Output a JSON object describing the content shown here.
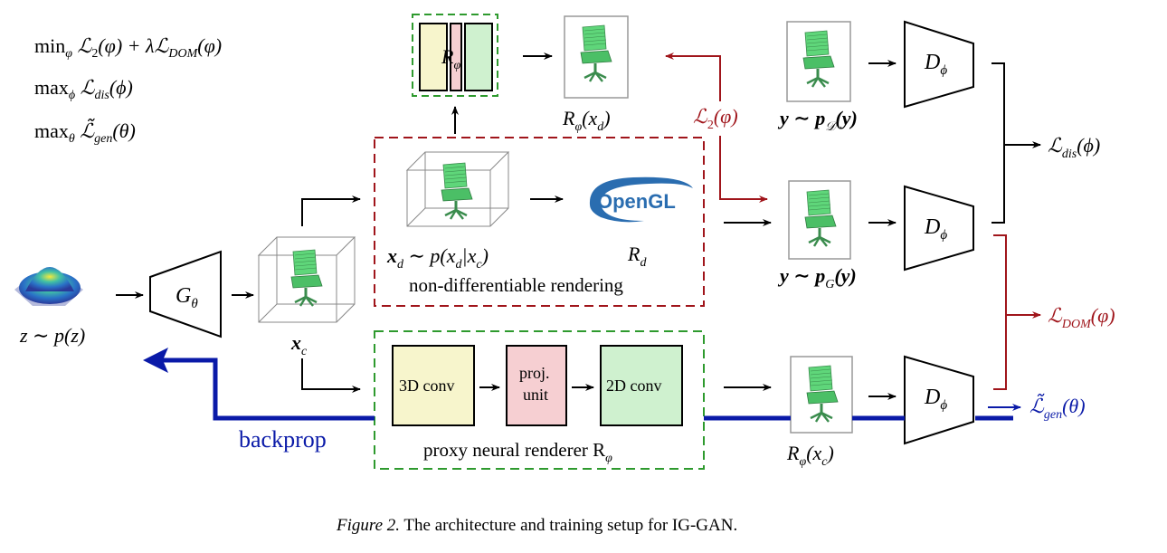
{
  "objectives": {
    "line1": "min",
    "line1_sub": "φ",
    "line1_rest": " ℒ",
    "line1_rest_sub": "2",
    "line1_rest2": "(φ) + λℒ",
    "line1_rest2_sub": "DOM",
    "line1_rest3": "(φ)",
    "line2": "max",
    "line2_sub": "ϕ",
    "line2_rest": " ℒ",
    "line2_rest_sub": "dis",
    "line2_rest2": "(ϕ)",
    "line3": "max",
    "line3_sub": "θ",
    "line3_rest": " ℒ̃",
    "line3_rest_sub": "gen",
    "line3_rest2": "(θ)"
  },
  "nodes": {
    "z_label": "z ∼ p(z)",
    "generator_main": "G",
    "generator_sub": "θ",
    "xc_main": "x",
    "xc_sub": "c",
    "xd_label_a": "x",
    "xd_label_sub": "d",
    "xd_label_b": " ∼ p(x",
    "xd_label_sub2": "d",
    "xd_label_c": "|x",
    "xd_label_sub3": "c",
    "xd_label_d": ")",
    "opengl_text": "OpenGL",
    "rd_main": "R",
    "rd_sub": "d",
    "nondiff_label": "non-differentiable rendering",
    "rphi_top_main": "R",
    "rphi_top_sub": "φ",
    "rphi_xd_a": "R",
    "rphi_xd_sub": "φ",
    "rphi_xd_b": "(x",
    "rphi_xd_sub2": "d",
    "rphi_xd_c": ")",
    "l2_main": "ℒ",
    "l2_sub": "2",
    "l2_rest": "(φ)",
    "y_data_a": "y ∼ p",
    "y_data_sub": "𝒟",
    "y_data_b": "(y)",
    "y_gen_a": "y ∼ p",
    "y_gen_sub": "G",
    "y_gen_b": "(y)",
    "d_main": "D",
    "d_sub": "ϕ",
    "ldis_main": "ℒ",
    "ldis_sub": "dis",
    "ldis_rest": "(ϕ)",
    "ldom_main": "ℒ",
    "ldom_sub": "DOM",
    "ldom_rest": "(φ)",
    "lgen_main": "ℒ̃",
    "lgen_sub": "gen",
    "lgen_rest": "(θ)",
    "conv3d": "3D conv",
    "proj_line1": "proj.",
    "proj_line2": "unit",
    "conv2d": "2D conv",
    "proxy_label": "proxy neural renderer R",
    "proxy_label_sub": "φ",
    "rphi_xc_a": "R",
    "rphi_xc_sub": "φ",
    "rphi_xc_b": "(x",
    "rphi_xc_sub2": "c",
    "rphi_xc_c": ")",
    "backprop": "backprop"
  },
  "caption": {
    "figure": "Figure 2.",
    "text": " The architecture and training setup for IG-GAN."
  },
  "colors": {
    "black": "#000000",
    "red": "#a0151b",
    "blue": "#0a1aa8",
    "green_dash": "#2e9a2e",
    "yellow_fill": "#f7f5cc",
    "pink_fill": "#f6cfd2",
    "green_fill": "#cff1cf",
    "chair_green": "#5fd67a",
    "chair_dark": "#3a8c4d",
    "opengl_blue": "#2a6db0"
  }
}
